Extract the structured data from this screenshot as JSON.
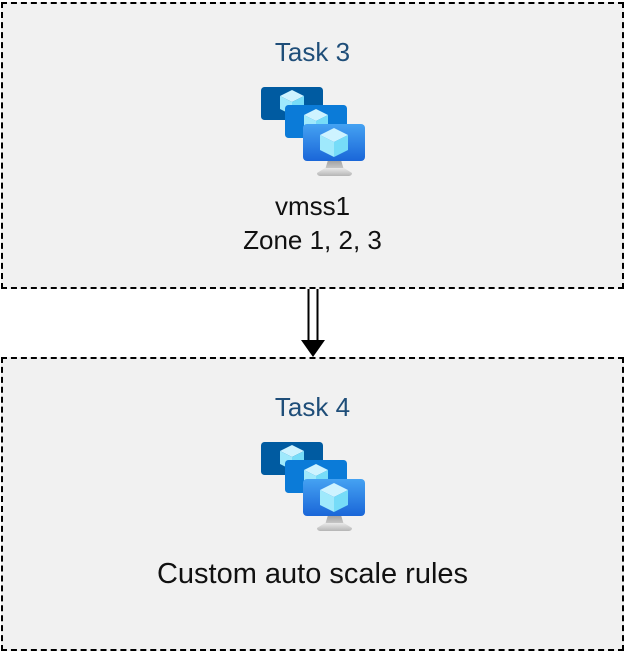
{
  "diagram": {
    "boxes": [
      {
        "title": "Task 3",
        "icon": "vm-scale-sets-icon",
        "caption_lines": [
          "vmss1",
          "Zone 1, 2, 3"
        ]
      },
      {
        "title": "Task 4",
        "icon": "vm-scale-sets-icon",
        "caption_lines": [
          "Custom auto scale rules"
        ]
      }
    ],
    "connector": {
      "type": "double-line-arrow",
      "direction": "down"
    },
    "colors": {
      "title_text": "#1F4E79",
      "caption_text": "#111111",
      "box_background": "#F1F1F1",
      "box_border": "#000000",
      "arrow": "#000000",
      "monitor_back": "#005BA1",
      "monitor_middle": "#0B7BD8",
      "monitor_front_top": "#3E9BF0",
      "monitor_front_bottom": "#1A66D8",
      "cube_top": "#CEF3FF",
      "cube_left": "#9FE9FC",
      "cube_right": "#76DCF8",
      "stand_gray": "#C4C4C4"
    }
  }
}
